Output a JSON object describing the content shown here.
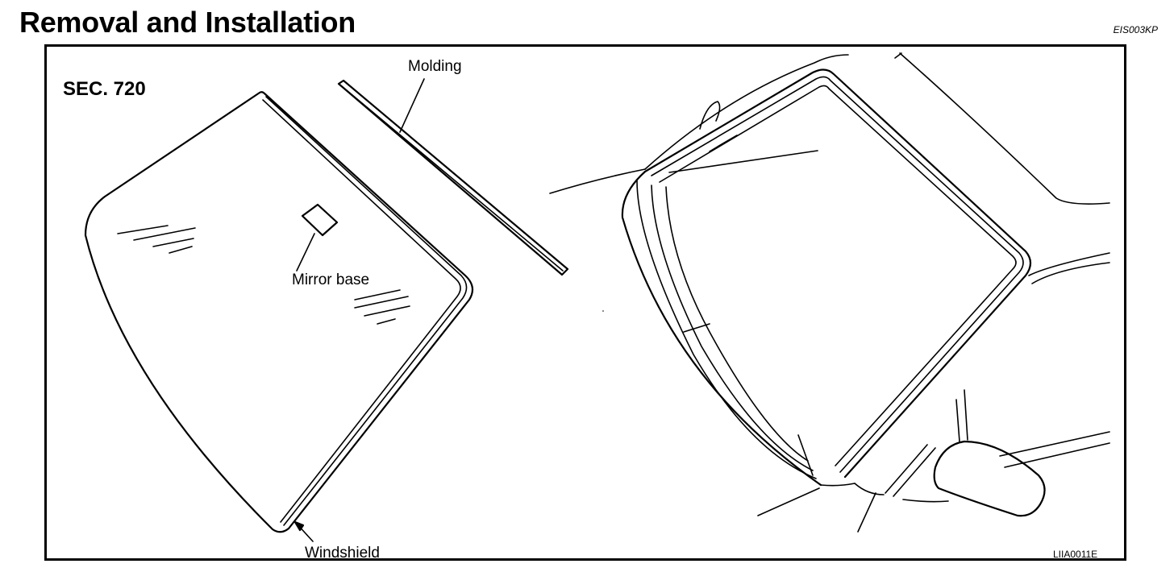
{
  "page": {
    "title": "Removal and Installation",
    "doc_code": "EIS003KP"
  },
  "figure": {
    "section": "SEC. 720",
    "labels": {
      "molding": "Molding",
      "mirror_base": "Mirror base",
      "windshield": "Windshield"
    },
    "figure_id": "LIIA0011E"
  }
}
